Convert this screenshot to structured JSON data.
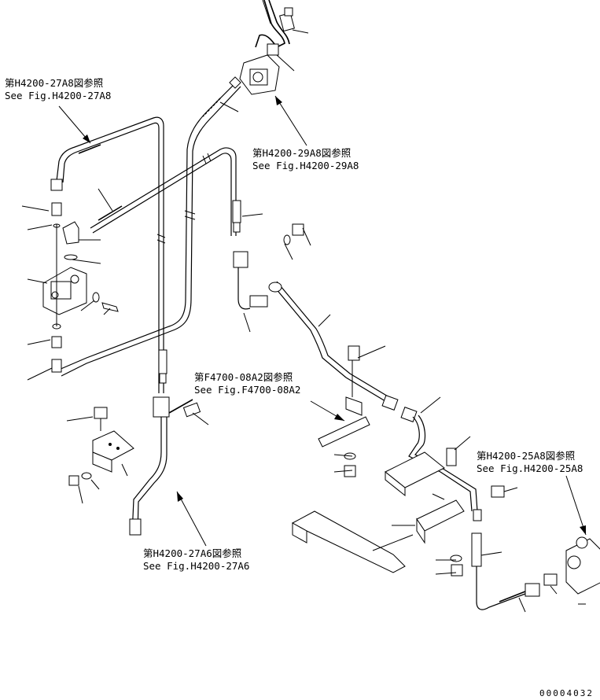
{
  "references": [
    {
      "id": "ref-27a8",
      "jp": "第H4200-27A8図参照",
      "en": "See Fig.H4200-27A8"
    },
    {
      "id": "ref-29a8",
      "jp": "第H4200-29A8図参照",
      "en": "See Fig.H4200-29A8"
    },
    {
      "id": "ref-08a2",
      "jp": "第F4700-08A2図参照",
      "en": "See Fig.F4700-08A2"
    },
    {
      "id": "ref-25a8",
      "jp": "第H4200-25A8図参照",
      "en": "See Fig.H4200-25A8"
    },
    {
      "id": "ref-27a6",
      "jp": "第H4200-27A6図参照",
      "en": "See Fig.H4200-27A6"
    }
  ],
  "drawing_code": "00004032"
}
